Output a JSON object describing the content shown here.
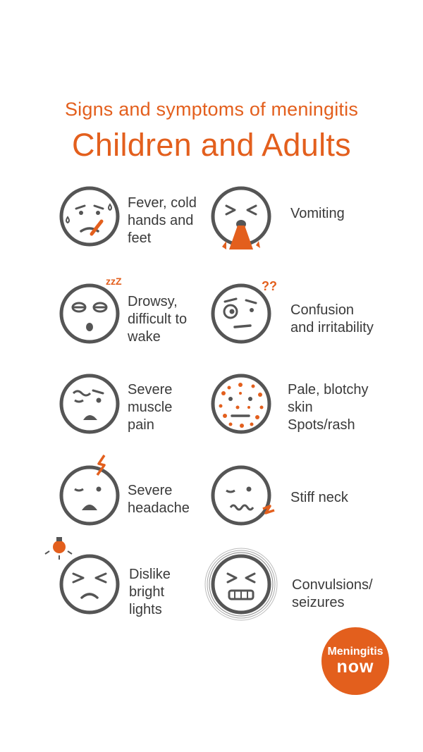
{
  "header": {
    "subtitle": "Signs and symptoms of meningitis",
    "title": "Children and Adults"
  },
  "symptoms": [
    {
      "label": "Fever, cold\nhands and\nfeet",
      "icon": "fever-face-icon"
    },
    {
      "label": "Vomiting",
      "icon": "vomiting-face-icon"
    },
    {
      "label": "Drowsy,\ndifficult to\nwake",
      "icon": "drowsy-face-icon"
    },
    {
      "label": "Confusion\nand irritability",
      "icon": "confused-face-icon"
    },
    {
      "label": "Severe\nmuscle\npain",
      "icon": "pain-face-icon"
    },
    {
      "label": "Pale, blotchy\nskin\nSpots/rash",
      "icon": "rash-face-icon"
    },
    {
      "label": "Severe\nheadache",
      "icon": "headache-face-icon"
    },
    {
      "label": "Stiff neck",
      "icon": "stiff-neck-face-icon"
    },
    {
      "label": "Dislike\nbright\nlights",
      "icon": "light-sensitive-face-icon"
    },
    {
      "label": "Convulsions/\nseizures",
      "icon": "seizure-face-icon"
    }
  ],
  "logo": {
    "line1": "Meningitis",
    "line2": "now"
  },
  "colors": {
    "accent": "#e35f1d",
    "icon_stroke": "#555555",
    "text": "#3a3a3a"
  }
}
